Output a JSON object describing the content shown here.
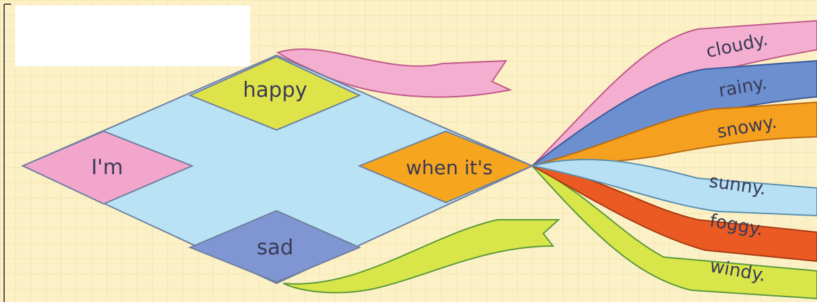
{
  "diagram": {
    "start_word": "I'm",
    "feelings": [
      "happy",
      "sad"
    ],
    "connector": "when it's",
    "weather": [
      "cloudy.",
      "rainy.",
      "snowy.",
      "sunny.",
      "foggy.",
      "windy."
    ]
  },
  "colors": {
    "background": "#fbf0c6",
    "grid": "#f3e1a6",
    "kite_body": "#b9e2f4",
    "im_tile": "#f2a6cc",
    "happy_tile": "#dfe34a",
    "sad_tile": "#7f96d2",
    "when_tile": "#f6a51e",
    "outline": "#6f7f9f",
    "ribbon_cloudy": "#f4aed0",
    "ribbon_rainy": "#6c8fd0",
    "ribbon_snowy": "#f6a020",
    "ribbon_sunny": "#b7e0f4",
    "ribbon_foggy": "#ea5a22",
    "ribbon_windy": "#d9e64a"
  }
}
